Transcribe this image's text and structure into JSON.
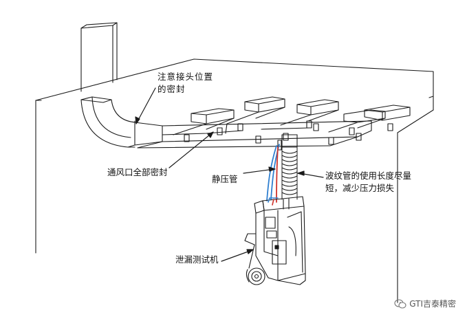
{
  "labels": {
    "joint_seal": "注意接头位置的密封",
    "vent_seal": "通风口全部密封",
    "static_tube": "静压管",
    "bellows_note": "波纹管的使用长度尽量短，减少压力损失",
    "leak_tester": "泄漏测试机"
  },
  "watermark": {
    "text": "GTI吉泰精密",
    "icon": "wechat-icon"
  },
  "colors": {
    "line": "#1a1a1a",
    "hose_blue": "#2f7fd0",
    "hose_red": "#d0342c"
  }
}
